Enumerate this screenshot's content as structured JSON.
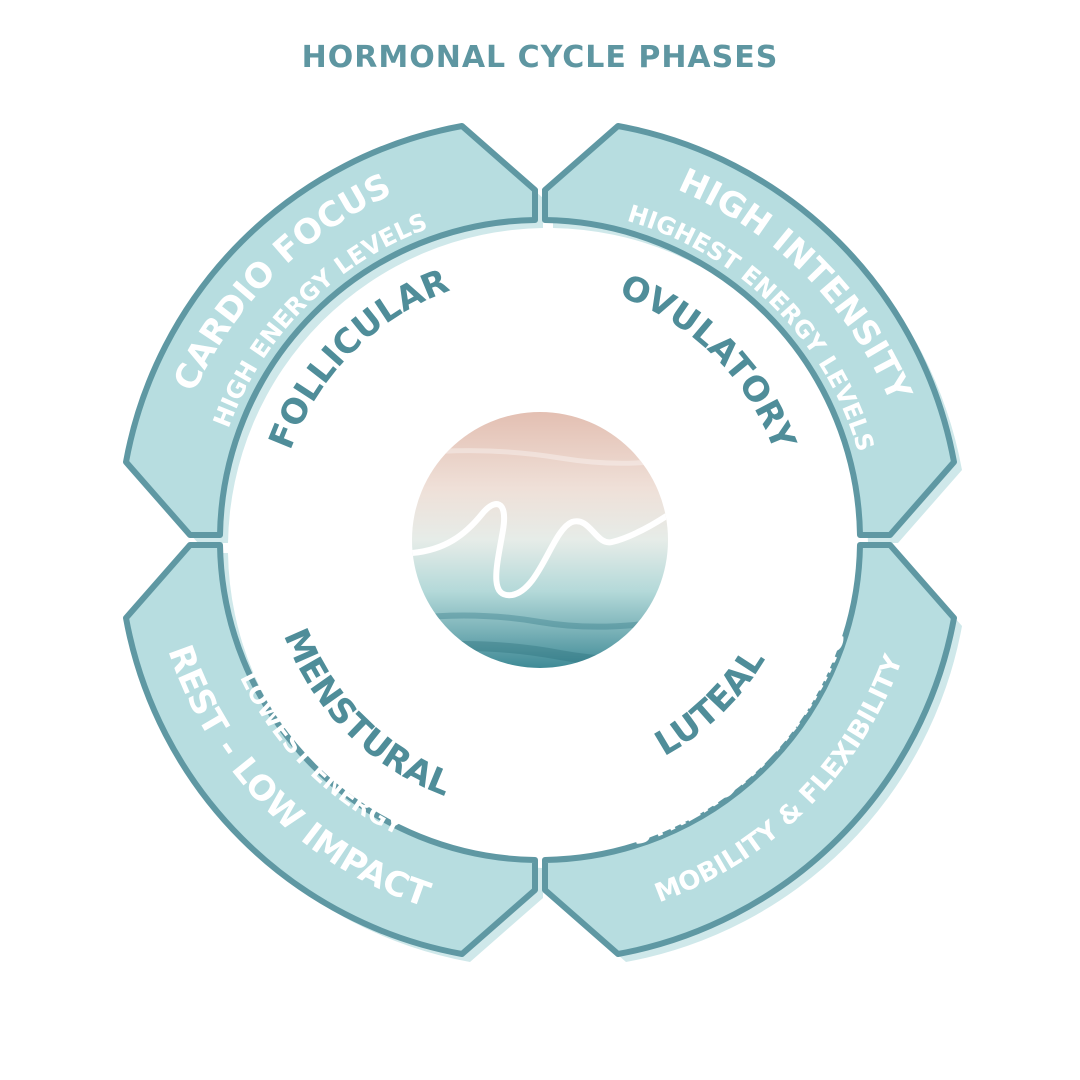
{
  "title": "HORMONAL CYCLE PHASES",
  "colors": {
    "panel_fill": "#b7dde0",
    "panel_shadow": "#cfe8ea",
    "panel_stroke": "#5f98a3",
    "title": "#5e96a1",
    "accent_dark": "#4f8d99",
    "sky_top": "#e3bfb2",
    "sea_bottom": "#3f8a96"
  },
  "center_icon": "wave-line-icon",
  "phases": {
    "follicular": {
      "name": "FOLLICULAR",
      "energy": "HIGH ENERGY LEVELS",
      "focus": "CARDIO FOCUS"
    },
    "ovulatory": {
      "name": "OVULATORY",
      "energy": "HIGHEST ENERGY LEVELS",
      "focus": "HIGH INTENSITY"
    },
    "menstrual": {
      "name": "MENSTURAL",
      "energy": "LOWEST ENERGY",
      "focus": "REST - LOW IMPACT"
    },
    "luteal": {
      "name": "LUTEAL",
      "line1": "STRENGTH TRAINING",
      "line2": "MOBILITY & FLEXIBILITY"
    }
  }
}
